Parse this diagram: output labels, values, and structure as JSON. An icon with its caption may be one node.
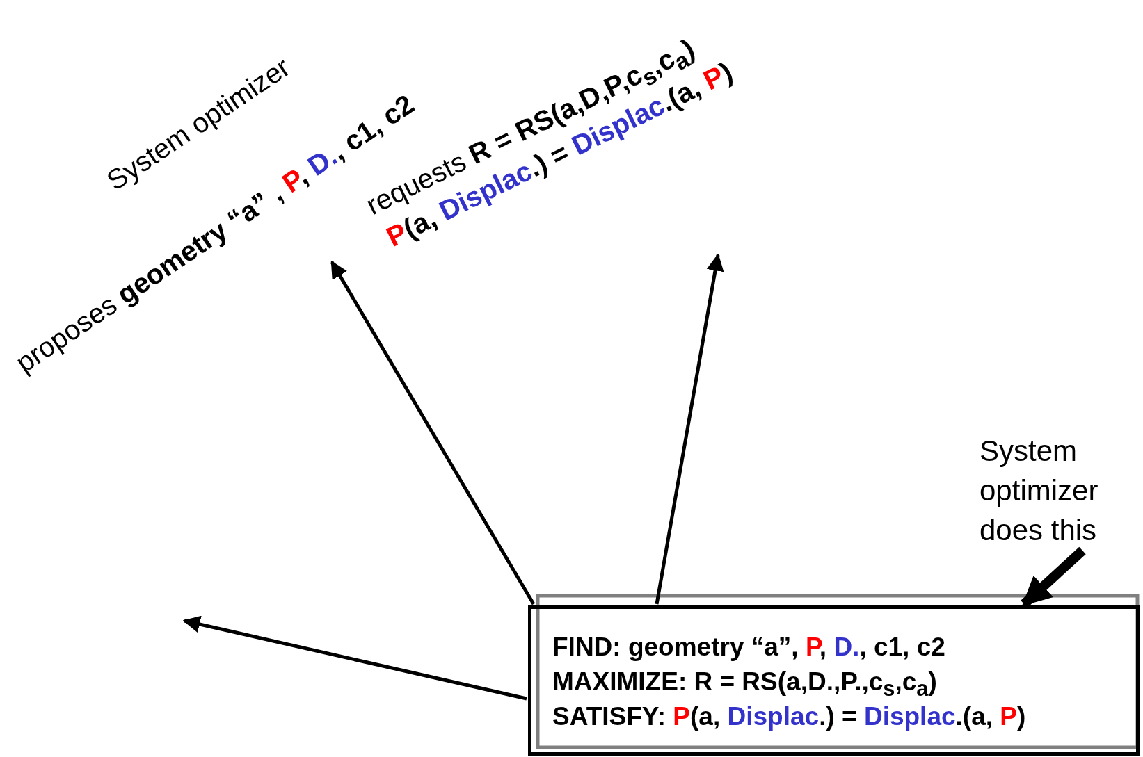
{
  "diagram": {
    "nodes": [
      {
        "text": [
          "FIND: geometry “a”, P, D., c1, c2",
          "MAXIMIZE: R = RS(a,D.,P.,c$_{s}$,c$_{a}$)",
          "SATISFY: P(a, Displac.) = Displac.(a, P)"
        ]
      },
      {
        "text": [
          "System optimizer",
          "proposes **geometry “a” , P, D., c1, c2**"
        ]
      },
      {
        "text": [
          "requests **R = RS(a,D,P,c$_{s}$,c$_{a}$)**",
          "**P(a, Displac.) = Displac.(a, P)**"
        ]
      },
      {
        "text": [
          "System optimizer does this"
        ]
      }
    ],
    "edges": [
      {
        "from": 0,
        "to": 1,
        "arrow": "to"
      },
      {
        "from": 0,
        "to": 2,
        "arrow": "to"
      },
      {
        "from": 0,
        "to": null,
        "arrow": "to"
      },
      {
        "from": 3,
        "to": 0,
        "arrow": "to",
        "style": "thick"
      }
    ]
  }
}
